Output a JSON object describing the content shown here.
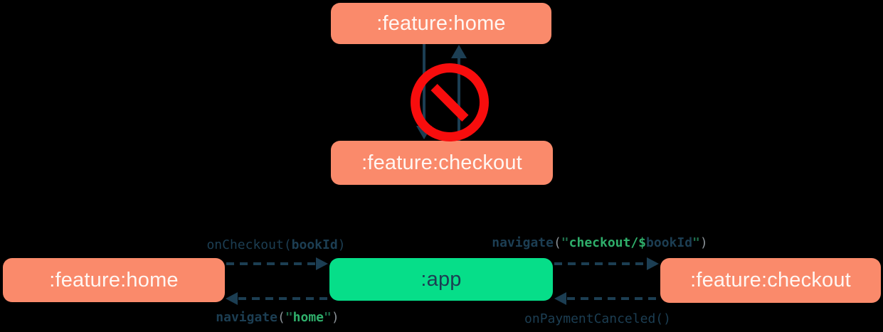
{
  "colors": {
    "background": "#000000",
    "feature_module_box": "#FA8A6B",
    "app_module_box": "#06DE89",
    "box_label_text": "#FFF6F2",
    "navy_text_and_arrows": "#1C3E53",
    "no_entry_red": "#F80D0D",
    "code_string_green": "#2FAF6B",
    "code_quote_green": "#1F6F4B",
    "code_paren_gray": "#8A9197"
  },
  "dependency_rule_diagram": {
    "top_module": ":feature:home",
    "bottom_module": ":feature:checkout",
    "icon": "no-entry-icon"
  },
  "navigation_diagram": {
    "left_module": ":feature:home",
    "center_module": ":app",
    "right_module": ":feature:checkout",
    "labels": {
      "on_checkout": [
        {
          "text": "onCheckout(",
          "style": "navy"
        },
        {
          "text": "bookId",
          "style": "navy-bold"
        },
        {
          "text": ")",
          "style": "navy"
        }
      ],
      "navigate_home": [
        {
          "text": "navigate",
          "style": "navy-bold"
        },
        {
          "text": "(",
          "style": "gray"
        },
        {
          "text": "\"",
          "style": "quote-green-bold"
        },
        {
          "text": "home",
          "style": "string-green-bold"
        },
        {
          "text": "\"",
          "style": "quote-green-bold"
        },
        {
          "text": ")",
          "style": "gray"
        }
      ],
      "navigate_checkout": [
        {
          "text": "navigate",
          "style": "navy-bold"
        },
        {
          "text": "(",
          "style": "gray"
        },
        {
          "text": "\"",
          "style": "quote-green-bold"
        },
        {
          "text": "checkout/$",
          "style": "string-green-bold"
        },
        {
          "text": "bookId",
          "style": "navy-bold"
        },
        {
          "text": "\"",
          "style": "quote-green-bold"
        },
        {
          "text": ")",
          "style": "gray"
        }
      ],
      "on_payment_canceled": [
        {
          "text": "onPaymentCanceled()",
          "style": "navy"
        }
      ]
    }
  }
}
